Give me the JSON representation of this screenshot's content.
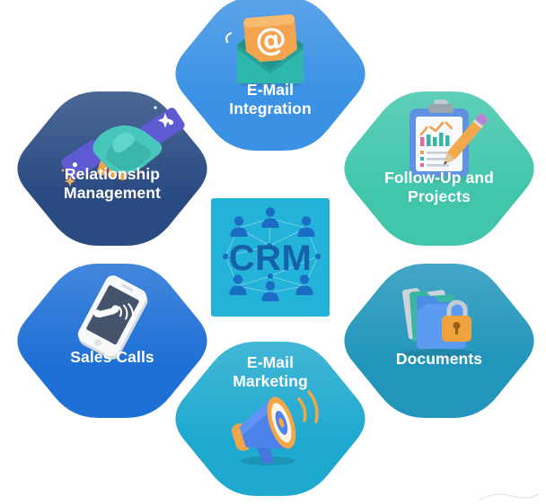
{
  "diagram": {
    "center": {
      "label": "CRM"
    },
    "nodes": [
      {
        "id": "email-integration",
        "lines": [
          "E-Mail",
          "Integration"
        ],
        "icon": "email-at-icon",
        "color": "#3b92e4"
      },
      {
        "id": "relationship-management",
        "lines": [
          "Relationship",
          "Management"
        ],
        "icon": "handshake-icon",
        "color": "#2a4b82"
      },
      {
        "id": "follow-up-and-projects",
        "lines": [
          "Follow-Up and",
          "Projects"
        ],
        "icon": "clipboard-chart-icon",
        "color": "#41c6ac"
      },
      {
        "id": "sales-calls",
        "lines": [
          "Sales Calls"
        ],
        "icon": "phone-call-icon",
        "color": "#1f70d6"
      },
      {
        "id": "documents",
        "lines": [
          "Documents"
        ],
        "icon": "folders-lock-icon",
        "color": "#2195bb"
      },
      {
        "id": "email-marketing",
        "lines": [
          "E-Mail",
          "Marketing"
        ],
        "icon": "megaphone-icon",
        "color": "#1fa9cf"
      }
    ],
    "colors": {
      "center_bg": "#23b2d8",
      "center_text": "#1562aa",
      "person_icon": "#1a6cc4",
      "label_text": "#ffffff"
    },
    "at_symbol": "@"
  }
}
